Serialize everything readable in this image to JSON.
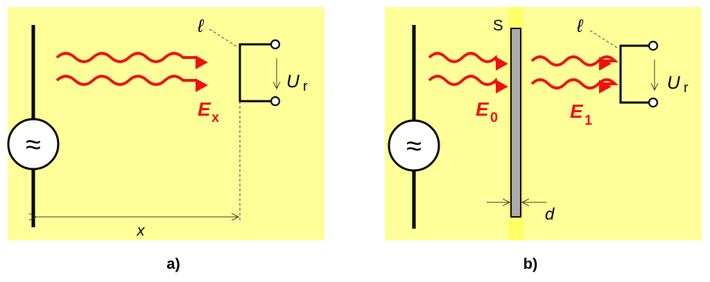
{
  "panel_a": {
    "caption": "a)",
    "field_label": "E",
    "field_sub": "x",
    "voltage_label": "U",
    "voltage_sub": "r",
    "length_label": "ℓ",
    "distance_label": "x",
    "source_symbol": "≈"
  },
  "panel_b": {
    "caption": "b)",
    "shield_label": "S",
    "incident_label": "E",
    "incident_sub": "0",
    "transmitted_label": "E",
    "transmitted_sub": "1",
    "voltage_label": "U",
    "voltage_sub": "r",
    "length_label": "ℓ",
    "thickness_label": "d",
    "source_symbol": "≈"
  },
  "colors": {
    "background": "#ffff99",
    "wave": "#ee1111",
    "shield": "#aaaaaa"
  }
}
